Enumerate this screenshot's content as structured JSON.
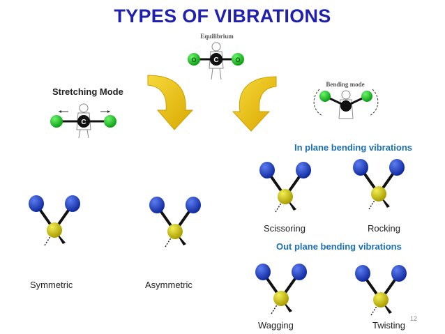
{
  "slide": {
    "title": "TYPES OF VIBRATIONS",
    "page_number": "12"
  },
  "figures": {
    "equilibrium_label": "Equilibrium",
    "bending_mode_label": "Bending mode",
    "center_atom_letter": "C",
    "side_atom_letter": "O"
  },
  "labels": {
    "stretching_mode": "Stretching Mode",
    "in_plane": "In plane bending vibrations",
    "out_plane": "Out plane bending vibrations",
    "symmetric": "Symmetric",
    "asymmetric": "Asymmetric",
    "scissoring": "Scissoring",
    "rocking": "Rocking",
    "wagging": "Wagging",
    "twisting": "Twisting"
  },
  "colors": {
    "title": "#1f1fb0",
    "subheading": "#1a6fb5",
    "arrow": "#f2c200",
    "hydrogen": "#1a3fc4",
    "central_atom": "#d8d000",
    "oxygen": "#1ecb2a",
    "carbon": "#111111"
  }
}
